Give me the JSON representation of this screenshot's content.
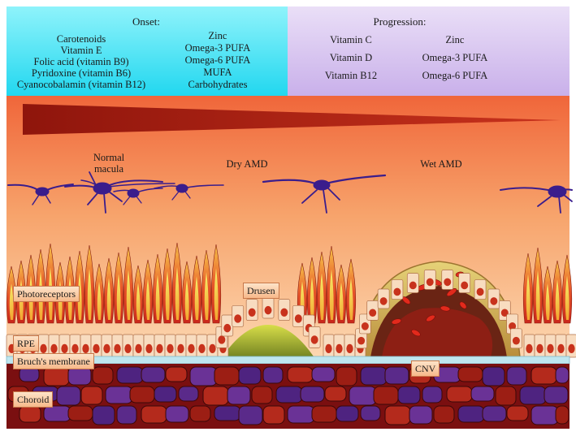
{
  "onset": {
    "title": "Onset:",
    "left_items": [
      "Carotenoids",
      "Vitamin E",
      "Folic acid (vitamin B9)",
      "Pyridoxine (vitamin B6)",
      "Cyanocobalamin (vitamin B12)"
    ],
    "right_items": [
      "Zinc",
      "Omega-3 PUFA",
      "Omega-6 PUFA",
      "MUFA",
      "Carbohydrates"
    ],
    "color": "#2ee0f5"
  },
  "progression": {
    "title": "Progression:",
    "left_items": [
      "Vitamin C",
      "Vitamin D",
      "Vitamin B12"
    ],
    "right_items": [
      "Zinc",
      "Omega-3 PUFA",
      "Omega-6 PUFA"
    ],
    "color": "#d7c3ef"
  },
  "stages": {
    "normal_line1": "Normal",
    "normal_line2": "macula",
    "dry": "Dry AMD",
    "wet": "Wet AMD"
  },
  "labels": {
    "photoreceptors": "Photoreceptors",
    "drusen": "Drusen",
    "rpe": "RPE",
    "bruchs": "Bruch's membrane",
    "cnv": "CNV",
    "choroid": "Choroid"
  },
  "colors": {
    "retina_top": "#f26a3c",
    "retina_bottom": "#fbd0a8",
    "wedge": "#a31c12",
    "ganglion": "#3a1d8c",
    "choroid_bg": "#7a0f10",
    "vessel": "#5a2a8a",
    "bruchs": "#bfe6ef"
  }
}
